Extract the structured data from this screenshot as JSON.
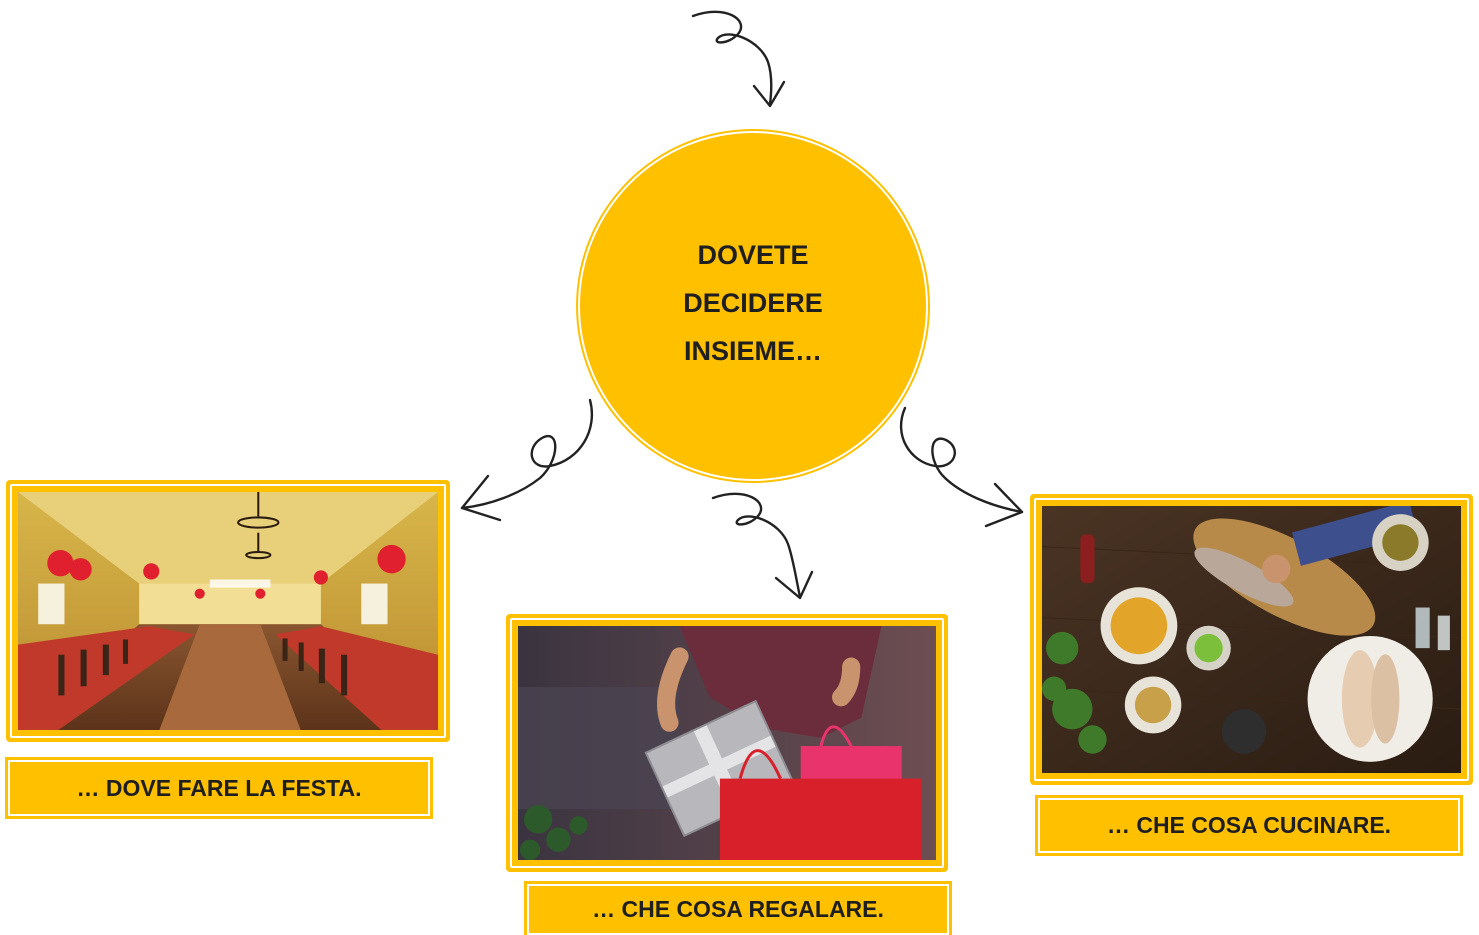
{
  "hub": {
    "text": "DOVETE DECIDERE INSIEME…"
  },
  "captions": {
    "left": "… DOVE FARE LA FESTA.",
    "middle": "… CHE COSA REGALARE.",
    "right": "… CHE COSA CUCINARE."
  },
  "photos": {
    "left": "party-hall-photo",
    "middle": "gift-bags-photo",
    "right": "cooking-table-photo"
  },
  "colors": {
    "accent": "#FFC000",
    "text": "#1f1f1f",
    "arrow": "#222222"
  }
}
